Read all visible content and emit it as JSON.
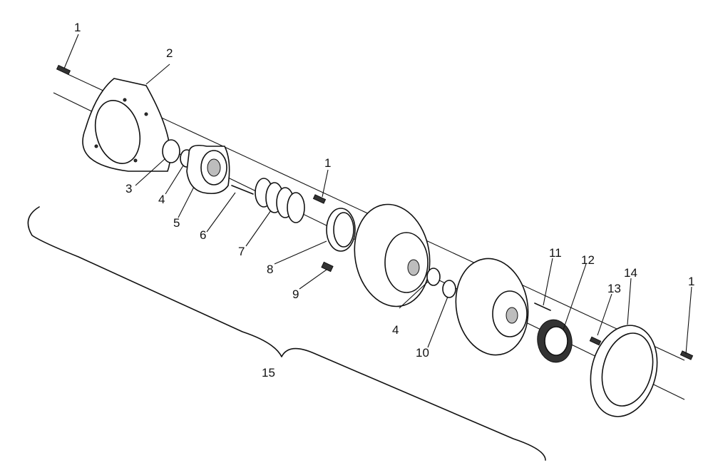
{
  "callouts": [
    {
      "id": "1a",
      "text": "1"
    },
    {
      "id": "2",
      "text": "2"
    },
    {
      "id": "3",
      "text": "3"
    },
    {
      "id": "4a",
      "text": "4"
    },
    {
      "id": "5",
      "text": "5"
    },
    {
      "id": "6",
      "text": "6"
    },
    {
      "id": "7",
      "text": "7"
    },
    {
      "id": "1b",
      "text": "1"
    },
    {
      "id": "8",
      "text": "8"
    },
    {
      "id": "9",
      "text": "9"
    },
    {
      "id": "4b",
      "text": "4"
    },
    {
      "id": "10",
      "text": "10"
    },
    {
      "id": "11",
      "text": "11"
    },
    {
      "id": "12",
      "text": "12"
    },
    {
      "id": "13",
      "text": "13"
    },
    {
      "id": "14",
      "text": "14"
    },
    {
      "id": "1c",
      "text": "1"
    },
    {
      "id": "15",
      "text": "15"
    }
  ]
}
